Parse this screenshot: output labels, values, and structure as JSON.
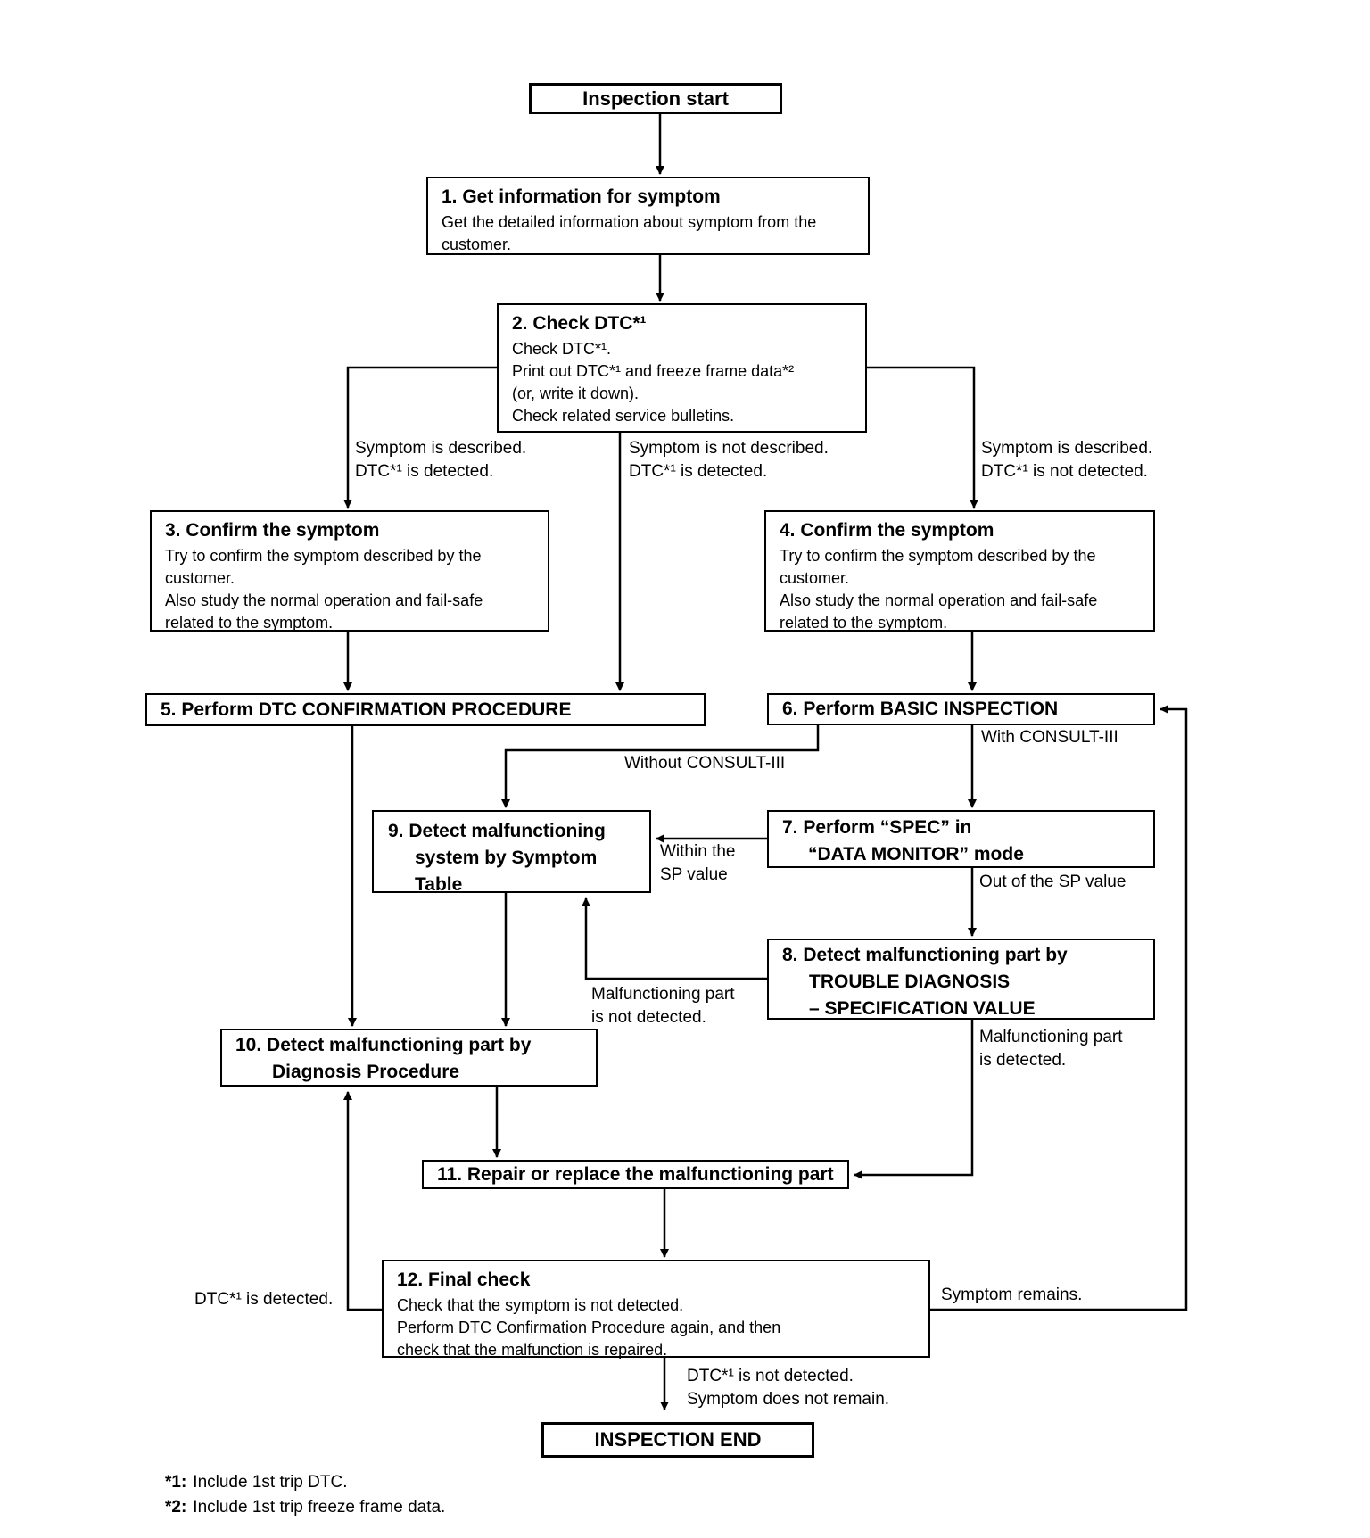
{
  "nodes": {
    "start": {
      "label": "Inspection start"
    },
    "n1": {
      "title": "1. Get information for symptom",
      "body": "Get the detailed information about symptom from the\ncustomer."
    },
    "n2": {
      "title": "2. Check DTC*¹",
      "body": "Check DTC*¹.\nPrint out DTC*¹ and freeze frame data*²\n(or, write it down).\nCheck related service bulletins."
    },
    "n3": {
      "title": "3. Confirm the symptom",
      "body": "Try to confirm the symptom described by the\ncustomer.\nAlso study the normal operation and fail-safe\nrelated to the symptom."
    },
    "n4": {
      "title": "4. Confirm the symptom",
      "body": "Try to confirm the symptom described by the\ncustomer.\nAlso study the normal operation and fail-safe\nrelated to the symptom."
    },
    "n5": {
      "title": "5. Perform DTC CONFIRMATION PROCEDURE"
    },
    "n6": {
      "title": "6. Perform BASIC INSPECTION"
    },
    "n7": {
      "title": "7. Perform “SPEC” in\n“DATA MONITOR” mode"
    },
    "n8": {
      "title": "8. Detect malfunctioning part by\nTROUBLE DIAGNOSIS\n– SPECIFICATION VALUE"
    },
    "n9": {
      "title": "9. Detect malfunctioning\nsystem by Symptom\nTable"
    },
    "n10": {
      "title": "10. Detect malfunctioning part by\nDiagnosis Procedure"
    },
    "n11": {
      "title": "11. Repair or replace the malfunctioning part"
    },
    "n12": {
      "title": "12. Final check",
      "body": "Check that the symptom is not detected.\nPerform DTC Confirmation Procedure again, and then\ncheck that the malfunction is repaired."
    },
    "end": {
      "label": "INSPECTION END"
    }
  },
  "edge_labels": {
    "branch_left": "Symptom is described.\nDTC*¹ is detected.",
    "branch_middle": "Symptom is not described.\nDTC*¹ is detected.",
    "branch_right": "Symptom is described.\nDTC*¹ is not detected.",
    "without_consult": "Without CONSULT-III",
    "with_consult": "With CONSULT-III",
    "within_sp": "Within the\nSP value",
    "out_of_sp": "Out of the SP value",
    "part_not_detected": "Malfunctioning part\nis not detected.",
    "part_detected": "Malfunctioning part\nis detected.",
    "dtc_detected": "DTC*¹ is detected.",
    "symptom_remains": "Symptom remains.",
    "end_condition": "DTC*¹ is not detected.\nSymptom does not remain."
  },
  "footnotes": [
    {
      "marker": "*1:",
      "text": "Include 1st trip DTC."
    },
    {
      "marker": "*2:",
      "text": "Include 1st trip freeze frame data."
    }
  ],
  "colors": {
    "ink": "#000000",
    "background": "#ffffff"
  }
}
